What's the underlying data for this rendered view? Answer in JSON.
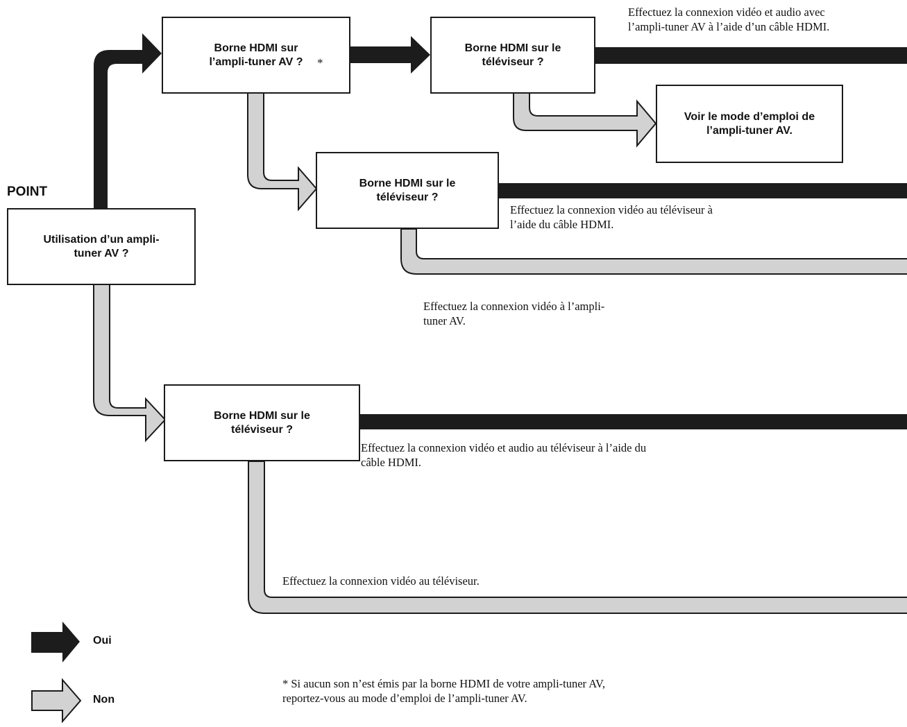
{
  "heading": "POINT",
  "colors": {
    "yes": "#1c1c1c",
    "no": "#d2d2d2",
    "outline": "#1a1a1a"
  },
  "boxes": {
    "start": "Utilisation d’un ampli-\ntuner AV ?",
    "amp_hdmi": "Borne HDMI sur\nl’ampli-tuner AV ?",
    "amp_hdmi_star": "*",
    "tv_hdmi_top": "Borne HDMI sur le\ntéléviseur ?",
    "manual": "Voir le mode d’emploi de\nl’ampli-tuner AV.",
    "tv_hdmi_mid": "Borne HDMI sur le\ntéléviseur ?",
    "tv_hdmi_bottom": "Borne HDMI sur le\ntéléviseur ?"
  },
  "notes": {
    "n1": "Effectuez la connexion vidéo et audio avec\nl’ampli-tuner AV à l’aide d’un câble HDMI.",
    "n2": "Effectuez la connexion vidéo au téléviseur à\nl’aide du câble HDMI.",
    "n3": "Effectuez la connexion vidéo à l’ampli-\ntuner AV.",
    "n4": "Effectuez la connexion vidéo et audio au téléviseur à l’aide du\ncâble HDMI.",
    "n5": "Effectuez la connexion vidéo au téléviseur."
  },
  "legend": {
    "yes": "Oui",
    "no": "Non"
  },
  "footnote": "*  Si aucun son n’est émis par la borne HDMI de votre ampli-tuner AV,\n    reportez-vous au mode d’emploi de l’ampli-tuner AV."
}
